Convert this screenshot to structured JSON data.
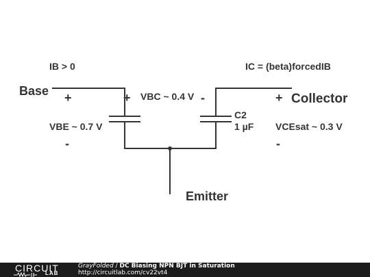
{
  "diagram": {
    "ib_label": "IB > 0",
    "ic_label": "IC = (beta)forcedIB",
    "base_label": "Base",
    "collector_label": "Collector",
    "emitter_label": "Emitter",
    "left_cap": {
      "plus": "+",
      "minus": "-",
      "voltage": "VBE ~ 0.7 V"
    },
    "middle": {
      "plus": "+",
      "minus": "-",
      "voltage": "VBC ~ 0.4 V"
    },
    "right_cap": {
      "name": "C2",
      "value": "1 µF"
    },
    "collector_side": {
      "plus": "+",
      "minus": "-",
      "voltage": "VCEsat ~ 0.3 V"
    }
  },
  "footer": {
    "brand_top": "CIRCUIT",
    "brand_bottom": "LAB",
    "author": "GrayFolded",
    "separator": "/",
    "title": "DC Biasing NPN BJT in Saturation",
    "url": "http://circuitlab.com/cv22vt4"
  },
  "colors": {
    "wire": "#333333",
    "text": "#333333",
    "footer_bg": "#1c1c1c",
    "footer_text": "#ffffff"
  }
}
